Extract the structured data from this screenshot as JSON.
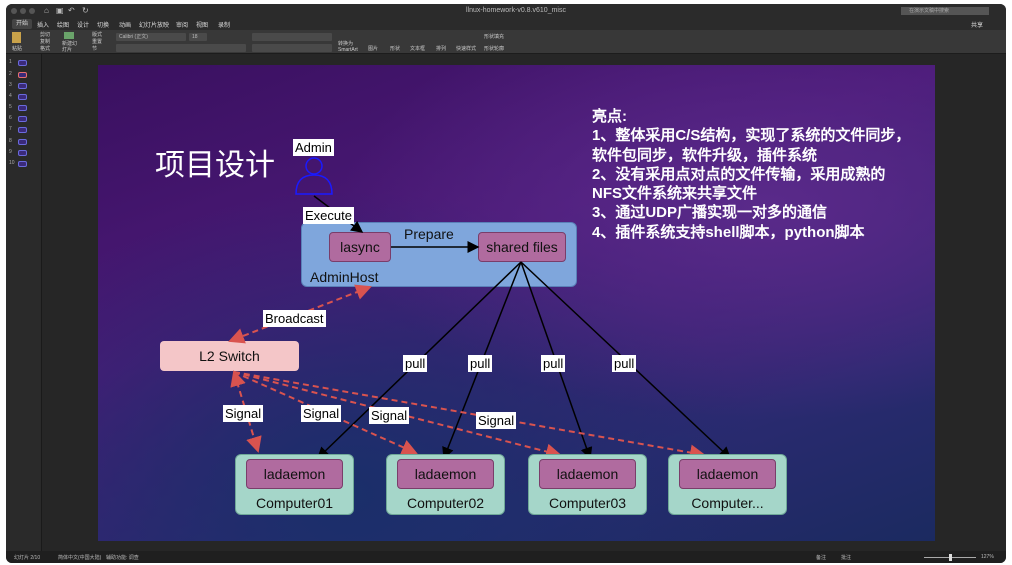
{
  "window": {
    "title": "llnux-homework-v0.8.v610_misc",
    "search_placeholder": "在演示文稿中搜索",
    "share": "共享"
  },
  "tabs": [
    "开始",
    "插入",
    "绘图",
    "设计",
    "切换",
    "动画",
    "幻灯片放映",
    "审阅",
    "视图",
    "录制"
  ],
  "ribbon": {
    "paste": "粘贴",
    "cut": "剪切",
    "copy": "复制",
    "format": "格式",
    "new_slide": "新建幻灯片",
    "layout": "版式",
    "reset": "重置",
    "section": "节",
    "font": "Calibri (正文)",
    "size": "18",
    "smartart": "转换为SmartArt",
    "picture": "图片",
    "shapes": "形状",
    "textbox": "文本框",
    "arrange": "排列",
    "quick_styles": "快速样式",
    "shape_fill": "形状填充",
    "shape_outline": "形状轮廓"
  },
  "thumbnails": [
    "1",
    "2",
    "3",
    "4",
    "5",
    "6",
    "7",
    "8",
    "9",
    "10"
  ],
  "slide": {
    "title": "项目设计",
    "highlights": [
      "亮点:",
      "1、整体采用C/S结构，实现了系统的文件同步，",
      "软件包同步，软件升级，插件系统",
      "2、没有采用点对点的文件传输，采用成熟的",
      "NFS文件系统来共享文件",
      "3、通过UDP广播实现一对多的通信",
      "4、插件系统支持shell脚本，python脚本"
    ],
    "diagram": {
      "admin": "Admin",
      "execute": "Execute",
      "lasync": "lasync",
      "prepare": "Prepare",
      "shared": "shared files",
      "adminhost": "AdminHost",
      "broadcast": "Broadcast",
      "switch": "L2 Switch",
      "pull": "pull",
      "signal": "Signal",
      "daemon": "ladaemon",
      "computers": [
        "Computer01",
        "Computer02",
        "Computer03",
        "Computer..."
      ],
      "colors": {
        "host": "#7fa6dc",
        "process": "#b06b9f",
        "switch": "#f4c6c8",
        "computer": "#a5d6c9",
        "signal": "#d9534f"
      }
    }
  },
  "status": {
    "slide": "幻灯片 2/10",
    "lang": "简体中文(中国大陆)",
    "access": "辅助功能: 调查",
    "notes": "备注",
    "comments": "批注",
    "zoom": "127%"
  }
}
